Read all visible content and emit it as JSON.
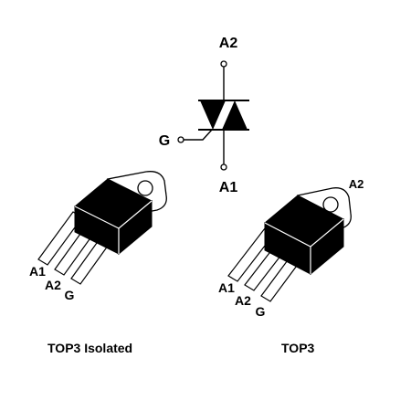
{
  "symbol": {
    "pins": {
      "top": "A2",
      "gate": "G",
      "bottom": "A1"
    }
  },
  "packages": [
    {
      "caption": "TOP3 Isolated",
      "pins": [
        "A1",
        "A2",
        "G"
      ]
    },
    {
      "caption": "TOP3",
      "tab_label": "A2",
      "pins": [
        "A1",
        "A2",
        "G"
      ]
    }
  ],
  "colors": {
    "ink": "#000000",
    "background": "#ffffff"
  },
  "icons": {
    "schematic": "triac-symbol-icon",
    "package": "to-package-icon"
  }
}
